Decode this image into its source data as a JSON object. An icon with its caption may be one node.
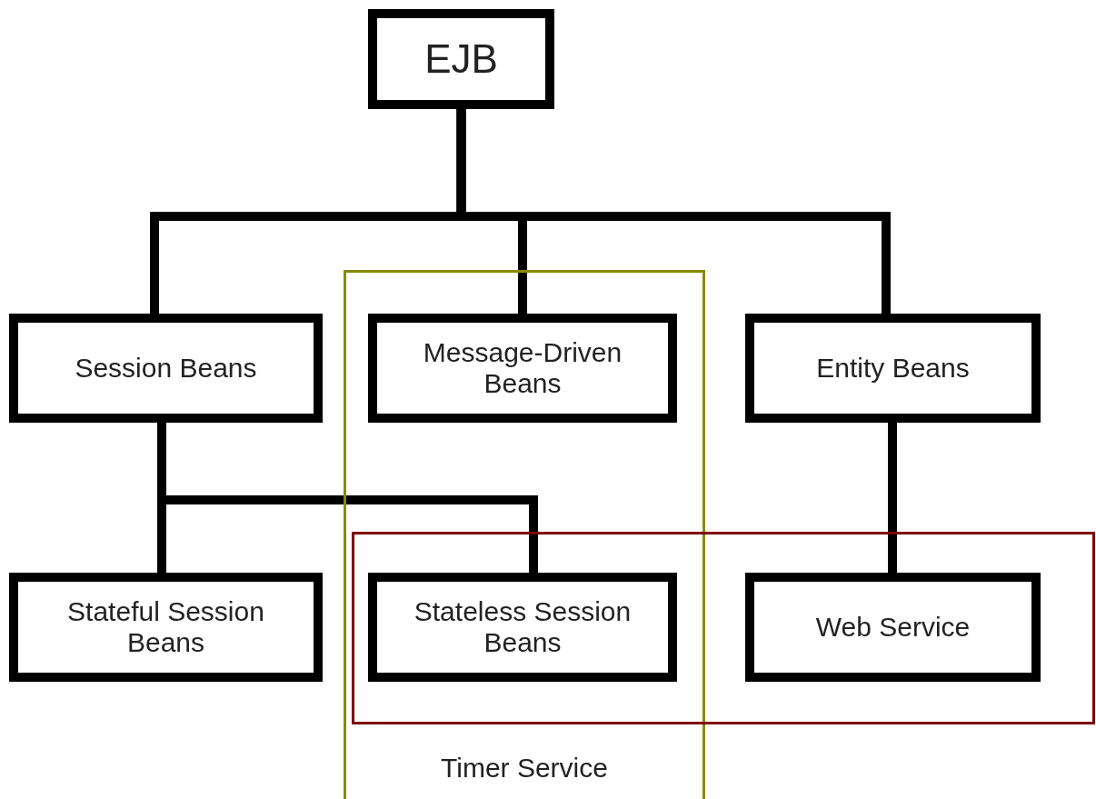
{
  "diagram": {
    "nodes": [
      {
        "text": [
          "EJB"
        ]
      },
      {
        "text": [
          "Timer Service"
        ]
      },
      {
        "text": [
          "Session Beans"
        ]
      },
      {
        "text": [
          "Message-Driven Beans"
        ],
        "in": 1
      },
      {
        "text": [
          "Entity Beans"
        ]
      },
      {
        "text": [],
        "shape": "box"
      },
      {
        "text": [
          "Stateful Session Beans"
        ]
      },
      {
        "text": [
          "Stateless Session Beans"
        ]
      },
      {
        "text": [
          "Web Service"
        ],
        "in": 5
      }
    ],
    "edges": [
      {
        "from": 0,
        "to": 2,
        "arrow": "none"
      },
      {
        "from": 0,
        "to": 3,
        "arrow": "none"
      },
      {
        "from": 0,
        "to": 4,
        "arrow": "none"
      },
      {
        "from": 2,
        "to": 6,
        "arrow": "none"
      },
      {
        "from": 2,
        "to": 7,
        "arrow": "none"
      },
      {
        "from": 4,
        "to": 8,
        "arrow": "none"
      }
    ]
  }
}
